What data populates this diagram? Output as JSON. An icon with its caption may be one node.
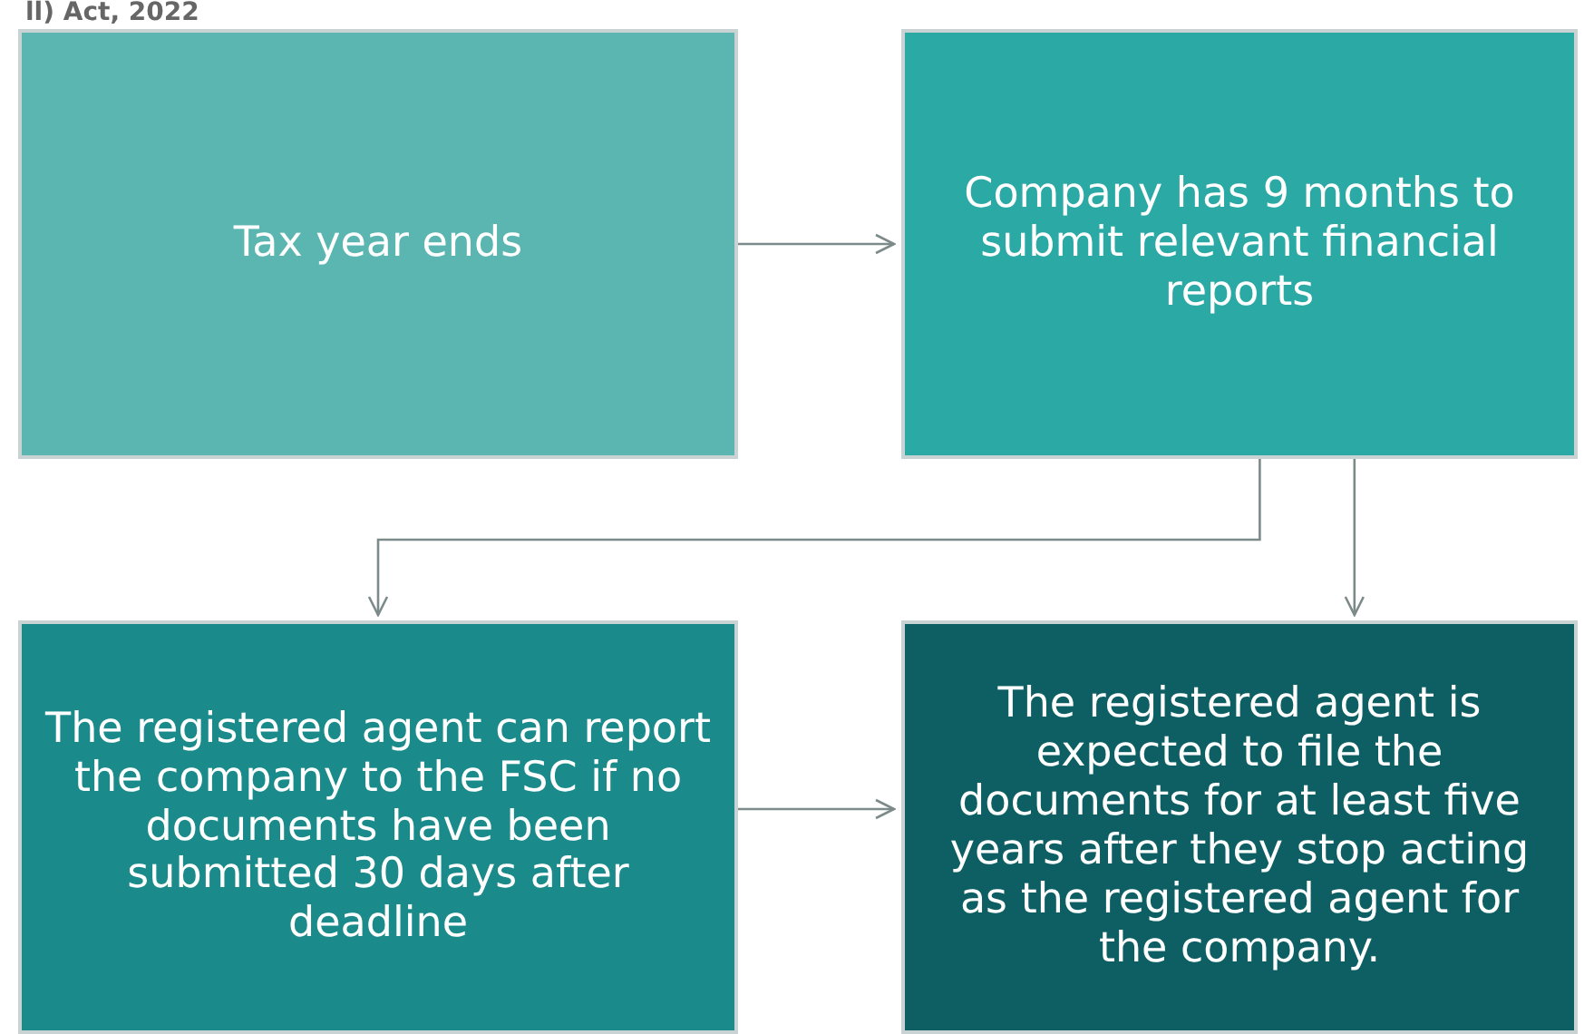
{
  "diagram": {
    "nodes": [
      {
        "text": [
          "Tax year ends"
        ]
      },
      {
        "text": [
          "Company has 9 months to submit relevant financial reports"
        ]
      },
      {
        "text": [
          "The registered agent can report the company to the FSC if no documents have been submitted 30 days after deadline"
        ]
      },
      {
        "text": [
          "The registered agent is expected to file the documents for at least five years after they stop acting as the registered agent for the company."
        ]
      }
    ],
    "edges": [
      {
        "from": 0,
        "to": 1,
        "arrow": "to"
      },
      {
        "from": 1,
        "to": 2,
        "arrow": "to"
      },
      {
        "from": 1,
        "to": 3,
        "arrow": "to"
      },
      {
        "from": 2,
        "to": 3,
        "arrow": "to"
      }
    ],
    "labels": [
      "ll) Act, 2022"
    ]
  }
}
